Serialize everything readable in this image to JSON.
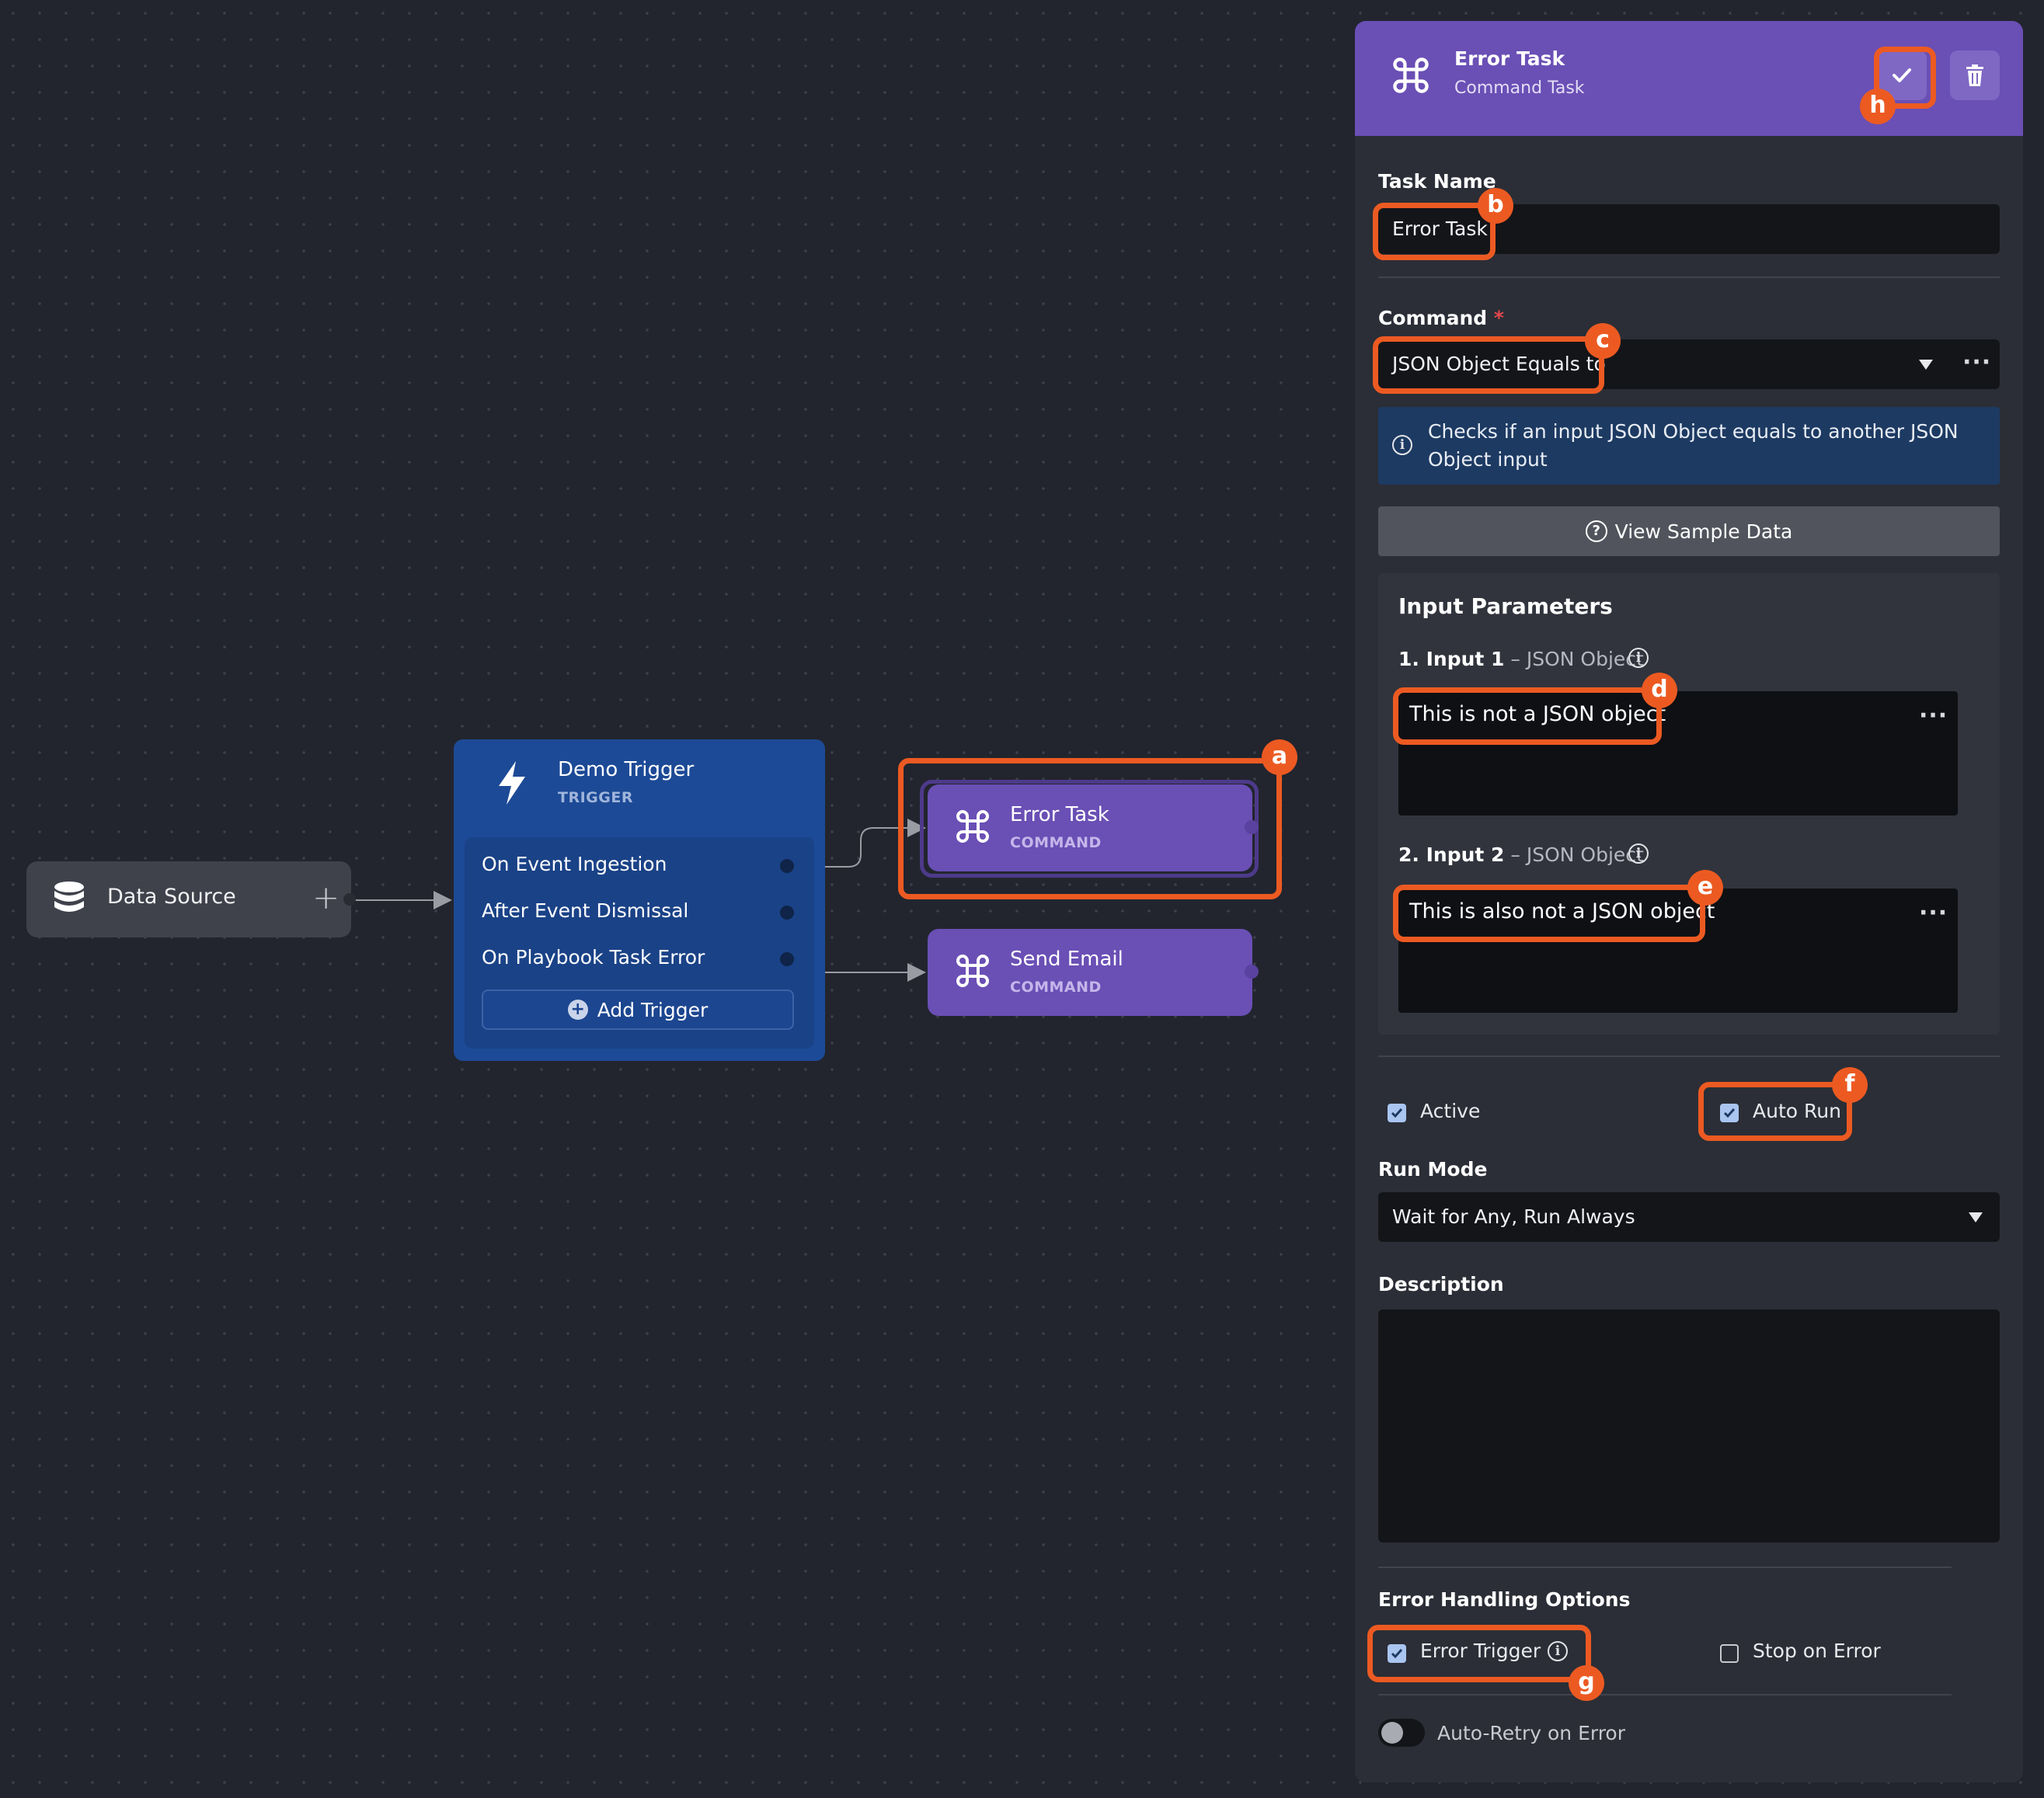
{
  "canvas": {
    "data_source": {
      "label": "Data Source",
      "add": "+"
    },
    "trigger": {
      "title": "Demo Trigger",
      "type": "TRIGGER",
      "events": [
        "On Event Ingestion",
        "After Event Dismissal",
        "On Playbook Task Error"
      ],
      "add_label": "Add Trigger"
    },
    "nodes": [
      {
        "title": "Error Task",
        "type": "COMMAND"
      },
      {
        "title": "Send Email",
        "type": "COMMAND"
      }
    ]
  },
  "panel": {
    "header": {
      "title": "Error Task",
      "subtitle": "Command Task"
    },
    "task_name": {
      "label": "Task Name",
      "value": "Error Task"
    },
    "command": {
      "label": "Command",
      "required_mark": "*",
      "value": "JSON Object Equals to",
      "info": "Checks if an input JSON Object equals to another JSON Object input"
    },
    "sample_button": "View Sample Data",
    "params": {
      "title": "Input Parameters",
      "items": [
        {
          "num": "1. Input 1",
          "type": " – JSON Object",
          "value": "This is not a JSON object"
        },
        {
          "num": "2. Input 2",
          "type": " – JSON Object",
          "value": "This is also not a JSON object"
        }
      ]
    },
    "options": {
      "active": "Active",
      "auto_run": "Auto Run"
    },
    "run_mode": {
      "label": "Run Mode",
      "value": "Wait for Any, Run Always"
    },
    "description": {
      "label": "Description",
      "value": ""
    },
    "error_handling": {
      "label": "Error Handling Options",
      "error_trigger": "Error Trigger",
      "stop_on_error": "Stop on Error",
      "auto_retry": "Auto-Retry on Error"
    }
  },
  "callouts": [
    "a",
    "b",
    "c",
    "d",
    "e",
    "f",
    "g",
    "h"
  ],
  "colors": {
    "callout": "#ec5a22",
    "command_node": "#6a4fb5",
    "trigger_node": "#1d4a96",
    "canvas_bg": "#22252e"
  }
}
